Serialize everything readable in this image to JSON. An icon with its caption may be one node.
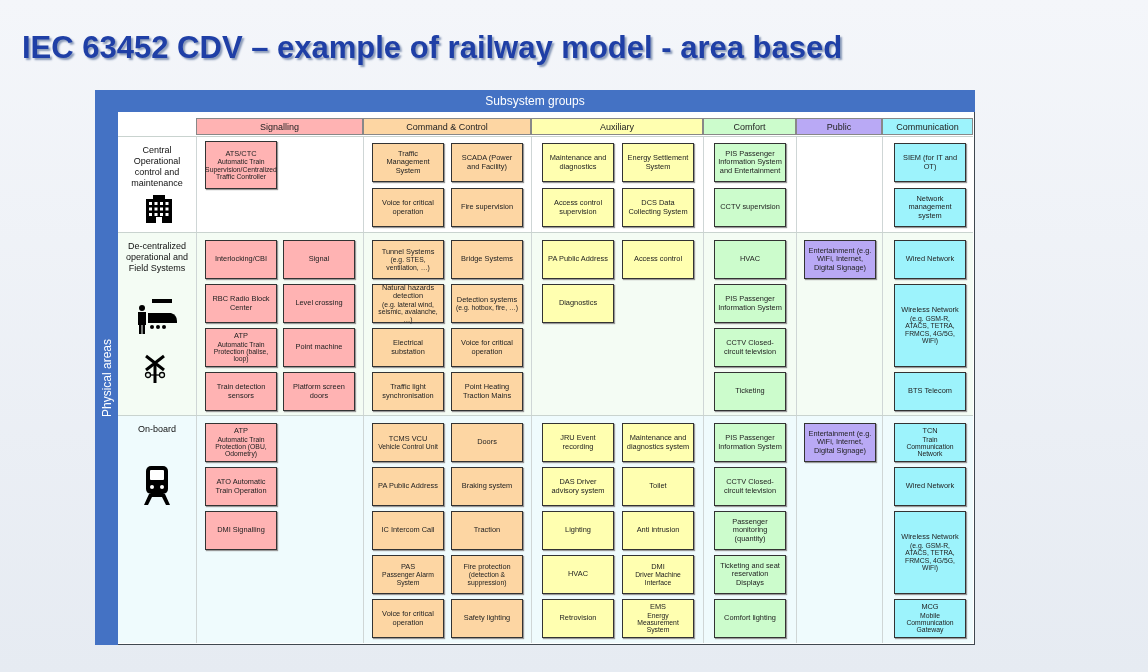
{
  "diagram": {
    "title": "IEC 63452 CDV – example of railway model - area based",
    "nodes": [
      {
        "text": [
          "Subsystem groups"
        ]
      },
      {
        "text": [
          "Physical areas"
        ]
      },
      {
        "text": [
          "Signalling"
        ]
      },
      {
        "text": [
          "Command & Control"
        ]
      },
      {
        "text": [
          "Auxiliary"
        ]
      },
      {
        "text": [
          "Comfort"
        ]
      },
      {
        "text": [
          "Public"
        ]
      },
      {
        "text": [
          "Communication"
        ]
      },
      {
        "text": [
          "Central Operational control and maintenance"
        ]
      },
      {
        "text": [
          "ATS/CTC",
          "Automatic Train Supervision/Centralized Traffic Controller"
        ],
        "in": 8
      },
      {
        "text": [
          "Traffic Management System"
        ],
        "in": 8
      },
      {
        "text": [
          "SCADA (Power and Facility)"
        ],
        "in": 8
      },
      {
        "text": [
          "Voice for critical operation"
        ],
        "in": 8
      },
      {
        "text": [
          "Fire supervision"
        ],
        "in": 8
      },
      {
        "text": [
          "Maintenance and diagnostics"
        ],
        "in": 8
      },
      {
        "text": [
          "Energy Settlement System"
        ],
        "in": 8
      },
      {
        "text": [
          "Access control supervision"
        ],
        "in": 8
      },
      {
        "text": [
          "DCS Data Collecting System"
        ],
        "in": 8
      },
      {
        "text": [
          "PIS Passenger Information System and Entertainment"
        ],
        "in": 8
      },
      {
        "text": [
          "CCTV supervision"
        ],
        "in": 8
      },
      {
        "text": [
          "SIEM (for IT and OT)"
        ],
        "in": 8
      },
      {
        "text": [
          "Network management system"
        ],
        "in": 8
      },
      {
        "text": [
          "De-centralized operational and Field Systems"
        ]
      },
      {
        "text": [
          "Interlocking/CBI"
        ],
        "in": 22
      },
      {
        "text": [
          "Signal"
        ],
        "in": 22
      },
      {
        "text": [
          "RBC Radio Block Center"
        ],
        "in": 22
      },
      {
        "text": [
          "Level crossing"
        ],
        "in": 22
      },
      {
        "text": [
          "ATP",
          "Automatic Train Protection (balise, loop)"
        ],
        "in": 22
      },
      {
        "text": [
          "Point machine"
        ],
        "in": 22
      },
      {
        "text": [
          "Train detection sensors"
        ],
        "in": 22
      },
      {
        "text": [
          "Platform screen doors"
        ],
        "in": 22
      },
      {
        "text": [
          "Tunnel Systems",
          "(e.g. STES, ventilation, …)"
        ],
        "in": 22
      },
      {
        "text": [
          "Bridge Systems"
        ],
        "in": 22
      },
      {
        "text": [
          "Natural hazards detection",
          "(e.g. lateral wind, seismic, avalanche, …)"
        ],
        "in": 22
      },
      {
        "text": [
          "Detection systems",
          "(e.g. hotbox, fire, …)"
        ],
        "in": 22
      },
      {
        "text": [
          "Electrical substation"
        ],
        "in": 22
      },
      {
        "text": [
          "Voice for critical operation"
        ],
        "in": 22
      },
      {
        "text": [
          "Traffic light synchronisation"
        ],
        "in": 22
      },
      {
        "text": [
          "Point Heating Traction Mains"
        ],
        "in": 22
      },
      {
        "text": [
          "PA Public Address"
        ],
        "in": 22
      },
      {
        "text": [
          "Access control"
        ],
        "in": 22
      },
      {
        "text": [
          "Diagnostics"
        ],
        "in": 22
      },
      {
        "text": [
          "HVAC"
        ],
        "in": 22
      },
      {
        "text": [
          "PIS Passenger Information System"
        ],
        "in": 22
      },
      {
        "text": [
          "CCTV Closed-circuit television"
        ],
        "in": 22
      },
      {
        "text": [
          "Ticketing"
        ],
        "in": 22
      },
      {
        "text": [
          "Entertainment (e.g. WiFi, Internet, Digital Signage)"
        ],
        "in": 22
      },
      {
        "text": [
          "Wired Network"
        ],
        "in": 22
      },
      {
        "text": [
          "Wireless Network",
          "(e.g. GSM-R, ATACS, TETRA, FRMCS, 4G/5G, WiFi)"
        ],
        "in": 22
      },
      {
        "text": [
          "BTS Telecom"
        ],
        "in": 22
      },
      {
        "text": [
          "On-board"
        ]
      },
      {
        "text": [
          "ATP",
          "Automatic Train Protection (OBU, Odometry)"
        ],
        "in": 50
      },
      {
        "text": [
          "ATO Automatic Train Operation"
        ],
        "in": 50
      },
      {
        "text": [
          "DMI Signalling"
        ],
        "in": 50
      },
      {
        "text": [
          "TCMS VCU",
          "Vehicle Control Unit"
        ],
        "in": 50
      },
      {
        "text": [
          "Doors"
        ],
        "in": 50
      },
      {
        "text": [
          "PA Public Address"
        ],
        "in": 50
      },
      {
        "text": [
          "Braking system"
        ],
        "in": 50
      },
      {
        "text": [
          "IC Intercom Call"
        ],
        "in": 50
      },
      {
        "text": [
          "Traction"
        ],
        "in": 50
      },
      {
        "text": [
          "PAS",
          "Passenger Alarm System"
        ],
        "in": 50
      },
      {
        "text": [
          "Fire protection",
          "(detection & suppression)"
        ],
        "in": 50
      },
      {
        "text": [
          "Voice for critical operation"
        ],
        "in": 50
      },
      {
        "text": [
          "Safety lighting"
        ],
        "in": 50
      },
      {
        "text": [
          "JRU Event recording"
        ],
        "in": 50
      },
      {
        "text": [
          "Maintenance and diagnostics system"
        ],
        "in": 50
      },
      {
        "text": [
          "DAS Driver advisory system"
        ],
        "in": 50
      },
      {
        "text": [
          "Toilet"
        ],
        "in": 50
      },
      {
        "text": [
          "Lighting"
        ],
        "in": 50
      },
      {
        "text": [
          "Anti intrusion"
        ],
        "in": 50
      },
      {
        "text": [
          "HVAC"
        ],
        "in": 50
      },
      {
        "text": [
          "DMI",
          "Driver Machine Interface"
        ],
        "in": 50
      },
      {
        "text": [
          "Retrovision"
        ],
        "in": 50
      },
      {
        "text": [
          "EMS",
          "Energy Measurement System"
        ],
        "in": 50
      },
      {
        "text": [
          "PIS Passenger Information System"
        ],
        "in": 50
      },
      {
        "text": [
          "CCTV Closed-circuit television"
        ],
        "in": 50
      },
      {
        "text": [
          "Passenger monitoring (quantity)"
        ],
        "in": 50
      },
      {
        "text": [
          "Ticketing and seat reservation Displays"
        ],
        "in": 50
      },
      {
        "text": [
          "Comfort lighting"
        ],
        "in": 50
      },
      {
        "text": [
          "Entertainment (e.g. WiFi, Internet, Digital Signage)"
        ],
        "in": 50
      },
      {
        "text": [
          "TCN",
          "Train Communication Network"
        ],
        "in": 50
      },
      {
        "text": [
          "Wired Network"
        ],
        "in": 50
      },
      {
        "text": [
          "Wireless Network",
          "(e.g. GSM-R, ATACS, TETRA, FRMCS, 4G/5G, WiFi)"
        ],
        "in": 50
      },
      {
        "text": [
          "MCG",
          "Mobile Communication Gateway"
        ],
        "in": 50
      }
    ]
  }
}
